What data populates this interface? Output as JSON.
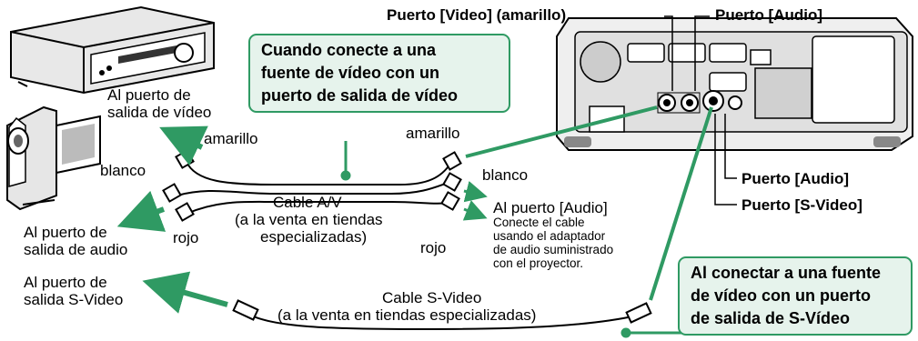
{
  "labels": {
    "port_video_yellow": "Puerto [Video] (amarillo)",
    "port_audio_top": "Puerto [Audio]",
    "port_audio_right": "Puerto [Audio]",
    "port_svideo": "Puerto [S-Video]",
    "to_video_out_line1": "Al puerto de",
    "to_video_out_line2": "salida de vídeo",
    "yellow_left": "amarillo",
    "yellow_right": "amarillo",
    "white_left": "blanco",
    "white_right": "blanco",
    "red_left": "rojo",
    "red_right": "rojo",
    "to_audio_out_line1": "Al puerto de",
    "to_audio_out_line2": "salida de audio",
    "av_cable_line1": "Cable A/V",
    "av_cable_line2": "(a la venta en tiendas",
    "av_cable_line3": "especializadas)",
    "to_audio_port": "Al puerto [Audio]",
    "audio_note_line1": "Conecte el cable",
    "audio_note_line2": "usando el adaptador",
    "audio_note_line3": "de audio suministrado",
    "audio_note_line4": "con el proyector.",
    "to_svideo_out_line1": "Al puerto de",
    "to_svideo_out_line2": "salida S-Video",
    "svideo_cable_line1": "Cable S-Video",
    "svideo_cable_line2": "(a la venta en tiendas especializadas)"
  },
  "callouts": {
    "video_line1": "Cuando conecte a una",
    "video_line2": "fuente de vídeo con un",
    "video_line3": "puerto de salida de vídeo",
    "svideo_line1": "Al conectar a una fuente",
    "svideo_line2": "de vídeo con un puerto",
    "svideo_line3": "de salida de S-Vídeo"
  },
  "colors": {
    "accent_green": "#2f9a63",
    "callout_fill": "#e6f3ec",
    "device_gray": "#d9d9d9",
    "outline": "#000000"
  }
}
